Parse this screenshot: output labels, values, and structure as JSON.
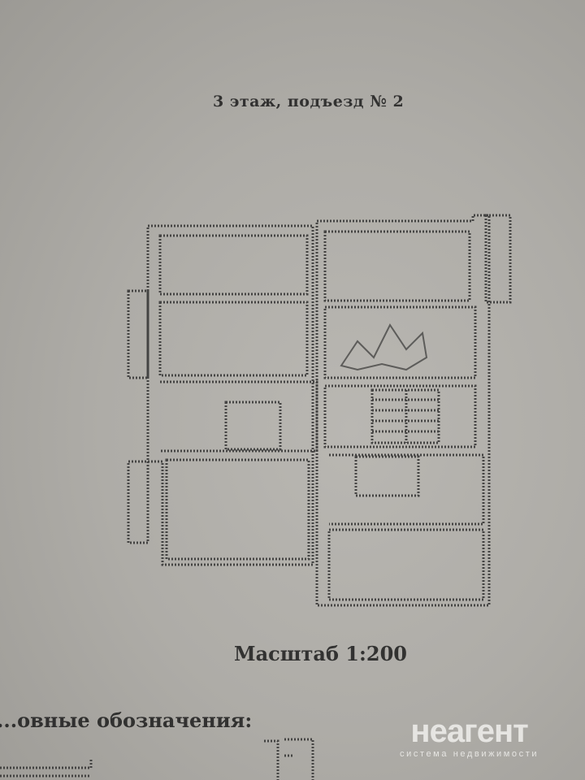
{
  "document": {
    "title": "3  этаж, подъезд № 2",
    "scale": "Масштаб 1:200",
    "legend_heading": "...овные обозначения:"
  },
  "watermark": {
    "brand": "неагент",
    "tagline": "система недвижимости"
  }
}
